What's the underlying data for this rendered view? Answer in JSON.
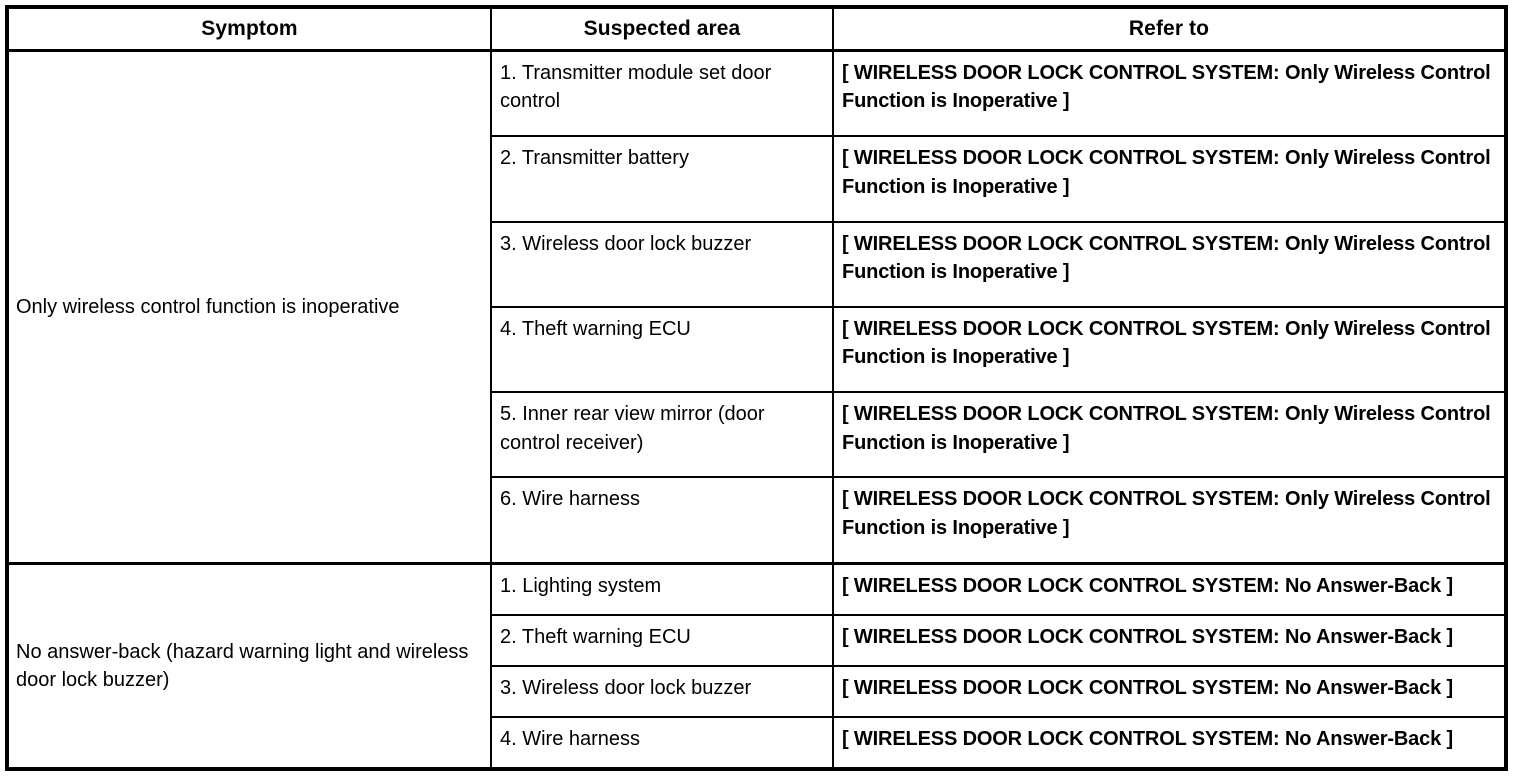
{
  "table": {
    "columns": [
      {
        "key": "symptom",
        "label": "Symptom"
      },
      {
        "key": "suspected_area",
        "label": "Suspected area"
      },
      {
        "key": "refer_to",
        "label": "Refer to"
      }
    ],
    "blocks": [
      {
        "symptom": "Only wireless control function is inoperative",
        "rows": [
          {
            "suspected_area": "1. Transmitter module set door control",
            "refer_to": "[ WIRELESS DOOR LOCK CONTROL SYSTEM: Only Wireless Control Function is Inoperative ]"
          },
          {
            "suspected_area": "2. Transmitter battery",
            "refer_to": "[ WIRELESS DOOR LOCK CONTROL SYSTEM: Only Wireless Control Function is Inoperative ]"
          },
          {
            "suspected_area": "3. Wireless door lock buzzer",
            "refer_to": "[ WIRELESS DOOR LOCK CONTROL SYSTEM: Only Wireless Control Function is Inoperative ]"
          },
          {
            "suspected_area": "4. Theft warning ECU",
            "refer_to": "[ WIRELESS DOOR LOCK CONTROL SYSTEM: Only Wireless Control Function is Inoperative ]"
          },
          {
            "suspected_area": "5. Inner rear view mirror (door control receiver)",
            "refer_to": "[ WIRELESS DOOR LOCK CONTROL SYSTEM: Only Wireless Control Function is Inoperative ]"
          },
          {
            "suspected_area": "6. Wire harness",
            "refer_to": "[ WIRELESS DOOR LOCK CONTROL SYSTEM: Only Wireless Control Function is Inoperative ]"
          }
        ]
      },
      {
        "symptom": "No answer-back (hazard warning light and wireless door lock buzzer)",
        "rows": [
          {
            "suspected_area": "1. Lighting system",
            "refer_to": "[ WIRELESS DOOR LOCK CONTROL SYSTEM: No Answer-Back ]"
          },
          {
            "suspected_area": "2. Theft warning ECU",
            "refer_to": "[ WIRELESS DOOR LOCK CONTROL SYSTEM: No Answer-Back ]"
          },
          {
            "suspected_area": "3. Wireless door lock buzzer",
            "refer_to": "[ WIRELESS DOOR LOCK CONTROL SYSTEM: No Answer-Back ]"
          },
          {
            "suspected_area": "4. Wire harness",
            "refer_to": "[ WIRELESS DOOR LOCK CONTROL SYSTEM: No Answer-Back ]"
          }
        ]
      }
    ]
  },
  "style": {
    "border_color": "#000000",
    "background": "#ffffff",
    "text_color": "#000000"
  }
}
